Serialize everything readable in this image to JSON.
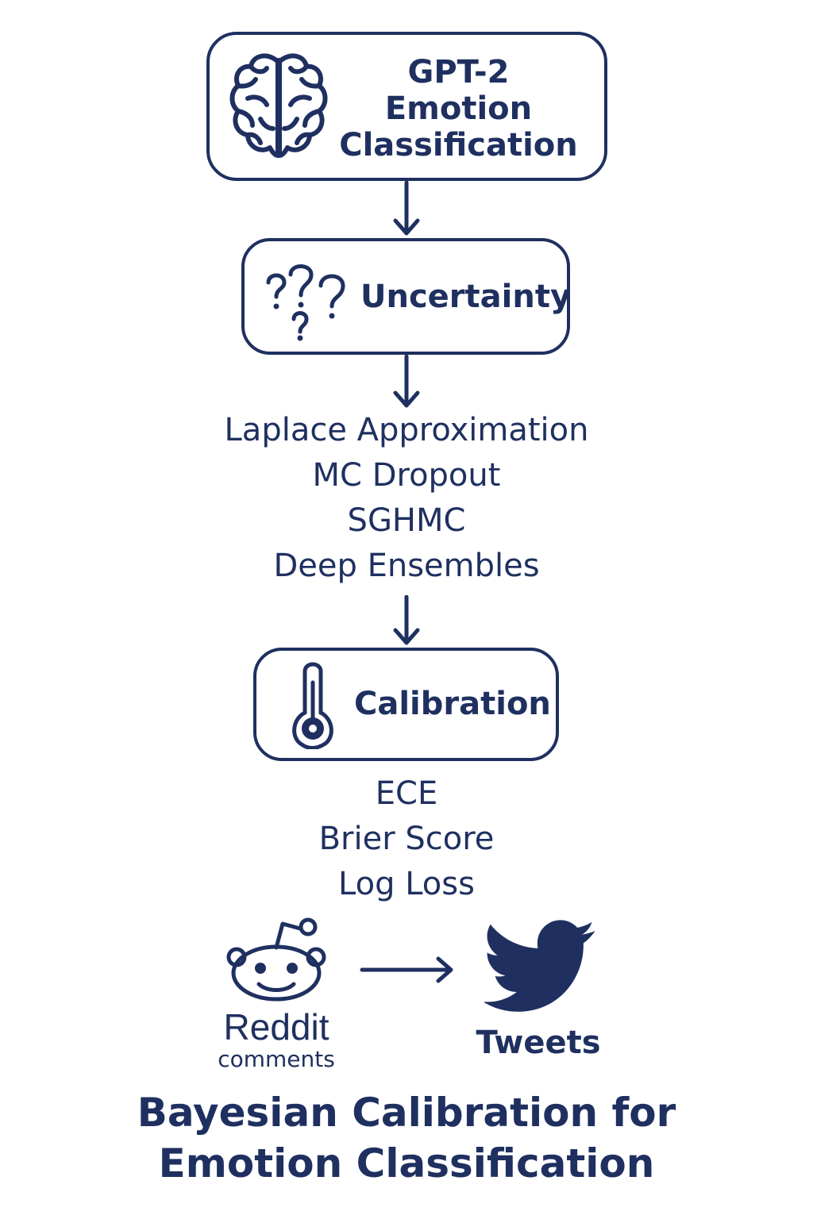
{
  "colors": {
    "primary": "#1f3060",
    "background": "#ffffff"
  },
  "model_box": {
    "icon": "brain-icon",
    "title_lines": [
      "GPT-2",
      "Emotion",
      "Classification"
    ]
  },
  "uncertainty_box": {
    "icon": "question-marks-icon",
    "label": "Uncertainty"
  },
  "methods": [
    "Laplace Approximation",
    "MC Dropout",
    "SGHMC",
    "Deep Ensembles"
  ],
  "calibration_box": {
    "icon": "thermometer-icon",
    "label": "Calibration"
  },
  "metrics": [
    "ECE",
    "Brier Score",
    "Log Loss"
  ],
  "transfer": {
    "source_icon": "reddit-icon",
    "source_label": "Reddit",
    "source_sublabel": "comments",
    "target_icon": "twitter-bird-icon",
    "target_label": "Tweets"
  },
  "title_lines": [
    "Bayesian Calibration for",
    "Emotion Classification"
  ]
}
